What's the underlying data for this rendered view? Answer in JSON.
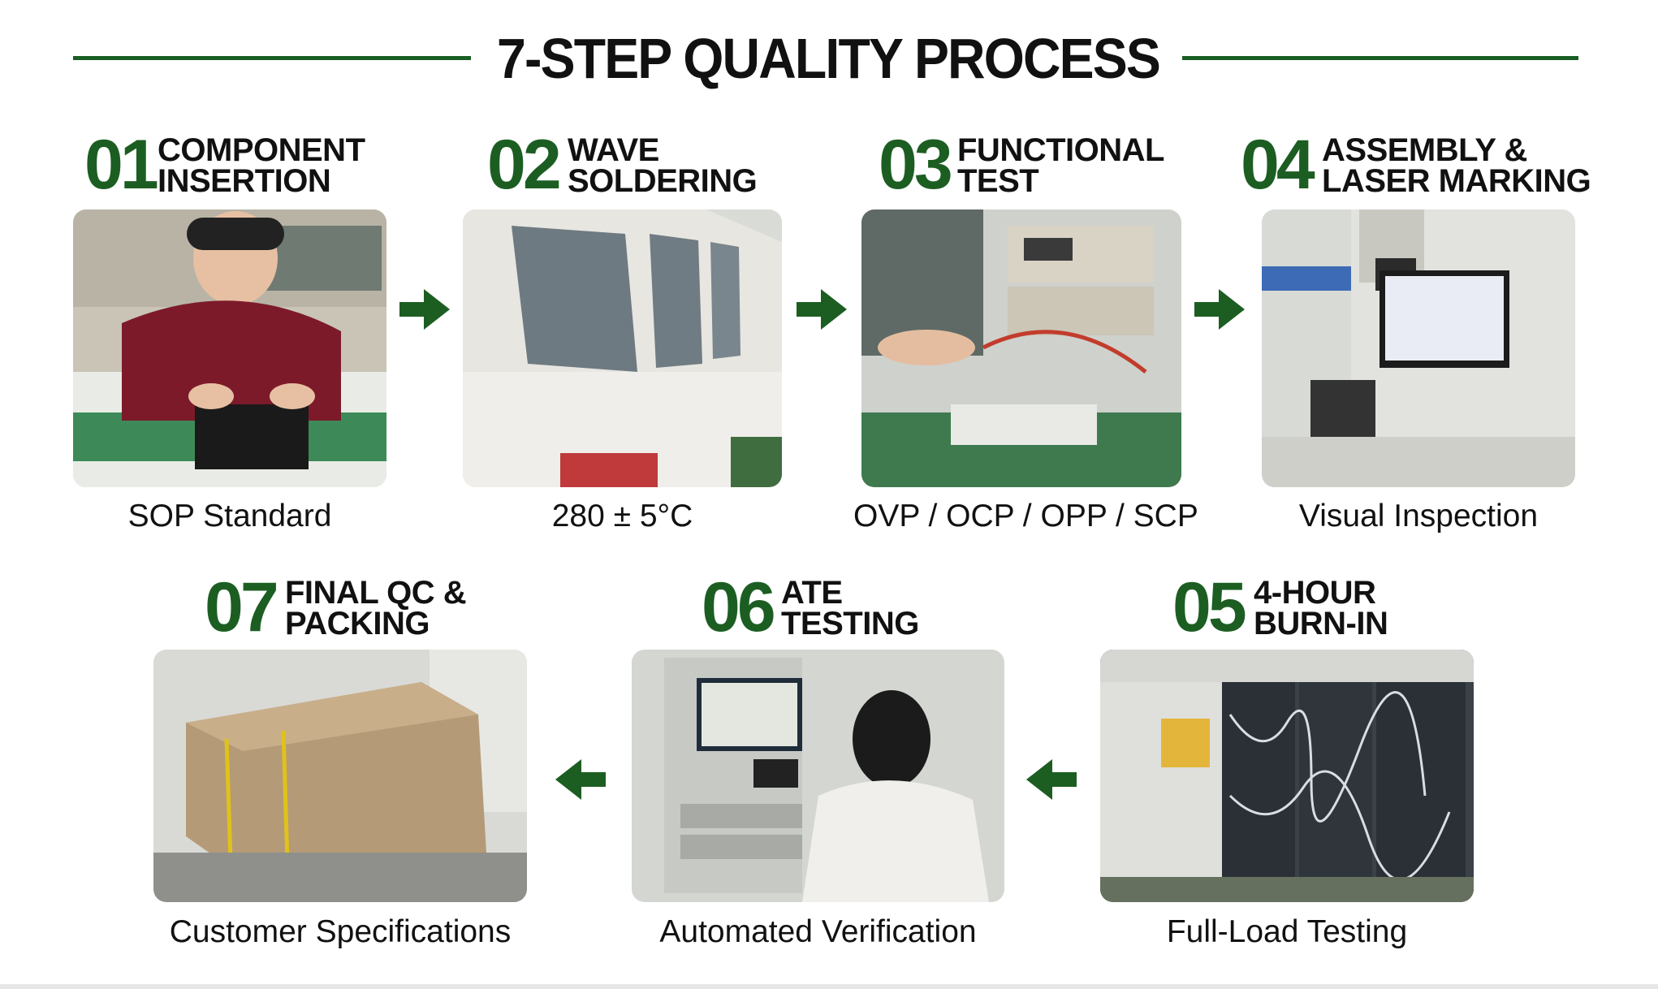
{
  "title": "7-STEP QUALITY PROCESS",
  "colors": {
    "accent": "#1c5e22",
    "text": "#111111"
  },
  "steps": [
    {
      "num": "01",
      "line1": "COMPONENT",
      "line2": "INSERTION",
      "caption": "SOP Standard"
    },
    {
      "num": "02",
      "line1": "WAVE",
      "line2": "SOLDERING",
      "caption": "280 ± 5°C"
    },
    {
      "num": "03",
      "line1": "FUNCTIONAL",
      "line2": "TEST",
      "caption": "OVP / OCP / OPP / SCP"
    },
    {
      "num": "04",
      "line1": "ASSEMBLY &",
      "line2": "LASER MARKING",
      "caption": "Visual Inspection"
    },
    {
      "num": "05",
      "line1": "4-HOUR",
      "line2": "BURN-IN",
      "caption": "Full-Load Testing"
    },
    {
      "num": "06",
      "line1": "ATE",
      "line2": "TESTING",
      "caption": "Automated Verification"
    },
    {
      "num": "07",
      "line1": "FINAL QC &",
      "line2": "PACKING",
      "caption": "Customer Specifications"
    }
  ],
  "icons": {
    "flow_arrow": "arrow-icon"
  }
}
